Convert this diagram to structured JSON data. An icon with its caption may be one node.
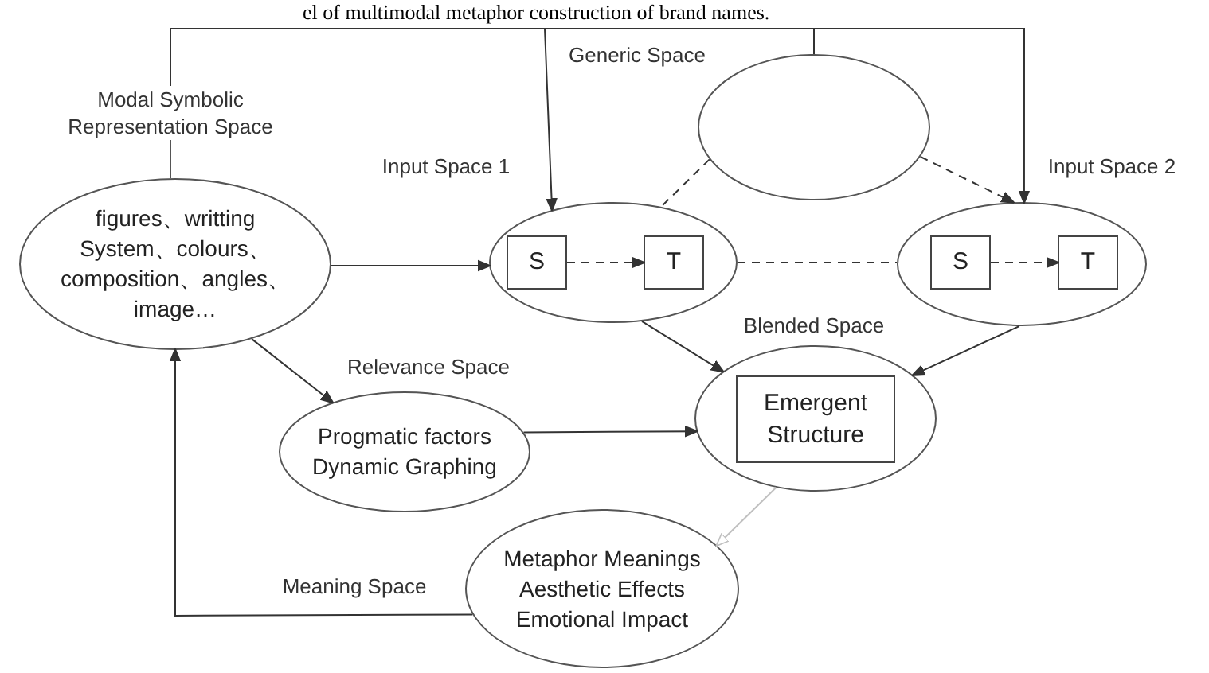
{
  "diagram": {
    "caption": "el of multimodal metaphor construction of brand names.",
    "nodes": [
      {
        "text": [
          "Modal Symbolic Representation Space",
          "figures、writting System、colours、composition、angles、image…"
        ]
      },
      {
        "text": [
          "Generic Space"
        ]
      },
      {
        "text": [
          "Input Space 1"
        ]
      },
      {
        "text": [
          "S"
        ],
        "in": 2
      },
      {
        "text": [
          "T"
        ],
        "in": 2
      },
      {
        "text": [
          "Input Space 2"
        ]
      },
      {
        "text": [
          "S"
        ],
        "in": 5
      },
      {
        "text": [
          "T"
        ],
        "in": 5
      },
      {
        "text": [
          "Blended Space"
        ]
      },
      {
        "text": [
          "Emergent Structure"
        ],
        "in": 8
      },
      {
        "text": [
          "Relevance Space",
          "Progmatic factors Dynamic Graphing"
        ]
      },
      {
        "text": [
          "Meaning Space",
          "Metaphor Meanings Aesthetic Effects Emotional Impact"
        ]
      }
    ],
    "edges": [
      {
        "from": 0,
        "to": 2,
        "arrow": "to"
      },
      {
        "from": 0,
        "to": 5,
        "arrow": "to"
      },
      {
        "from": 0,
        "to": 1,
        "arrow": "none"
      },
      {
        "from": 1,
        "to": 2,
        "arrow": "none",
        "style": "dashed"
      },
      {
        "from": 1,
        "to": 5,
        "arrow": "to",
        "style": "dashed"
      },
      {
        "from": 0,
        "to": 2,
        "arrow": "to"
      },
      {
        "from": 3,
        "to": 4,
        "arrow": "to",
        "style": "dashed"
      },
      {
        "from": 2,
        "to": 5,
        "arrow": "none",
        "style": "dashed"
      },
      {
        "from": 6,
        "to": 7,
        "arrow": "to",
        "style": "dashed"
      },
      {
        "from": 2,
        "to": 8,
        "arrow": "to"
      },
      {
        "from": 5,
        "to": 8,
        "arrow": "to"
      },
      {
        "from": 0,
        "to": 10,
        "arrow": "to"
      },
      {
        "from": 10,
        "to": 8,
        "arrow": "to"
      },
      {
        "from": 8,
        "to": 11,
        "arrow": "to",
        "color": "#c0c0c0"
      },
      {
        "from": 11,
        "to": 0,
        "arrow": "to"
      }
    ]
  }
}
